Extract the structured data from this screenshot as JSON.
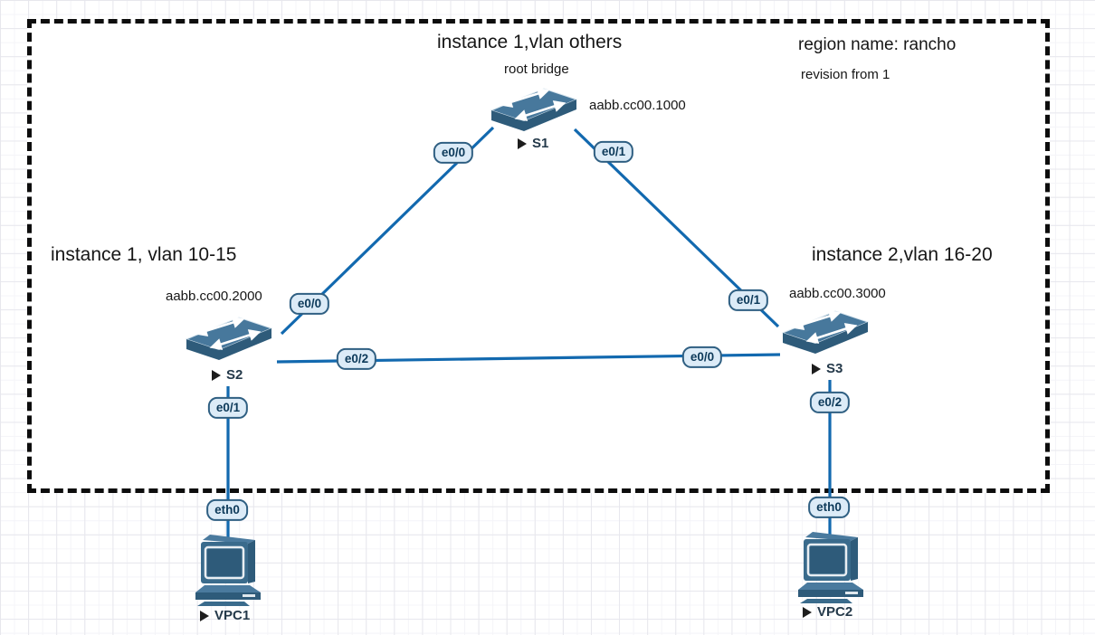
{
  "mst_region": {
    "labels": {
      "top_instance": "instance 1,vlan others",
      "root_bridge": "root bridge",
      "region_name": "region name: rancho",
      "revision": "revision from 1",
      "left_instance": "instance 1, vlan 10-15",
      "right_instance": "instance 2,vlan 16-20"
    }
  },
  "devices": {
    "s1": {
      "name": "S1",
      "type": "switch",
      "mac": "aabb.cc00.1000",
      "role": "root bridge"
    },
    "s2": {
      "name": "S2",
      "type": "switch",
      "mac": "aabb.cc00.2000"
    },
    "s3": {
      "name": "S3",
      "type": "switch",
      "mac": "aabb.cc00.3000"
    },
    "vpc1": {
      "name": "VPC1",
      "type": "pc"
    },
    "vpc2": {
      "name": "VPC2",
      "type": "pc"
    }
  },
  "links": [
    {
      "from": "S1",
      "from_port": "e0/0",
      "to": "S2",
      "to_port": "e0/0"
    },
    {
      "from": "S1",
      "from_port": "e0/1",
      "to": "S3",
      "to_port": "e0/1"
    },
    {
      "from": "S2",
      "from_port": "e0/2",
      "to": "S3",
      "to_port": "e0/0"
    },
    {
      "from": "S2",
      "from_port": "e0/1",
      "to": "VPC1",
      "to_port": "eth0"
    },
    {
      "from": "S3",
      "from_port": "e0/2",
      "to": "VPC2",
      "to_port": "eth0"
    }
  ],
  "port_labels": {
    "s1_e00": "e0/0",
    "s1_e01": "e0/1",
    "s2_e00": "e0/0",
    "s2_e01": "e0/1",
    "s2_e02": "e0/2",
    "s3_e00": "e0/0",
    "s3_e01": "e0/1",
    "s3_e02": "e0/2",
    "vpc1_eth0": "eth0",
    "vpc2_eth0": "eth0"
  },
  "colors": {
    "link": "#1269af",
    "pill_bg": "#dcebf7",
    "pill_border": "#2f5f82",
    "pill_text": "#0d3a5a",
    "region_border": "#0d0d0d",
    "switch_top": "#47789c",
    "switch_face": "#2e5b7a"
  }
}
